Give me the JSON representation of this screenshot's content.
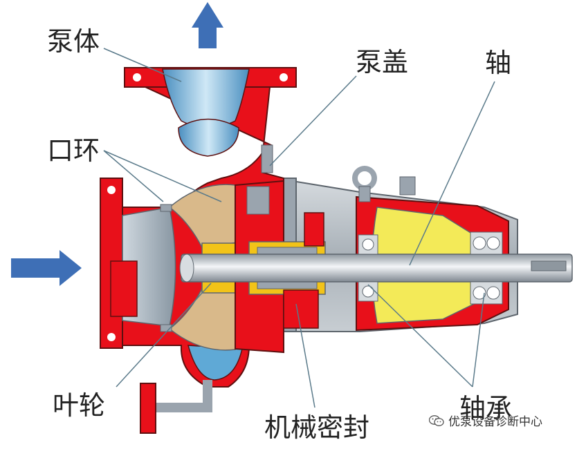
{
  "labels": {
    "pump_body": "泵体",
    "pump_cover": "泵盖",
    "shaft": "轴",
    "wear_ring": "口环",
    "impeller": "叶轮",
    "mechanical_seal": "机械密封",
    "bearing": "轴承"
  },
  "watermark": {
    "text": "优泵设备诊断中心",
    "icon": "wechat-icon"
  },
  "colors": {
    "casing": "#e8101a",
    "metal": "#9aa4ae",
    "dark_metal": "#5d656d",
    "impeller": "#d9b98a",
    "bearing_housing": "#f3ea58",
    "seal": "#f2c318",
    "fluid": "#5fa9d6",
    "flow_arrow": "#3e6fb6"
  }
}
